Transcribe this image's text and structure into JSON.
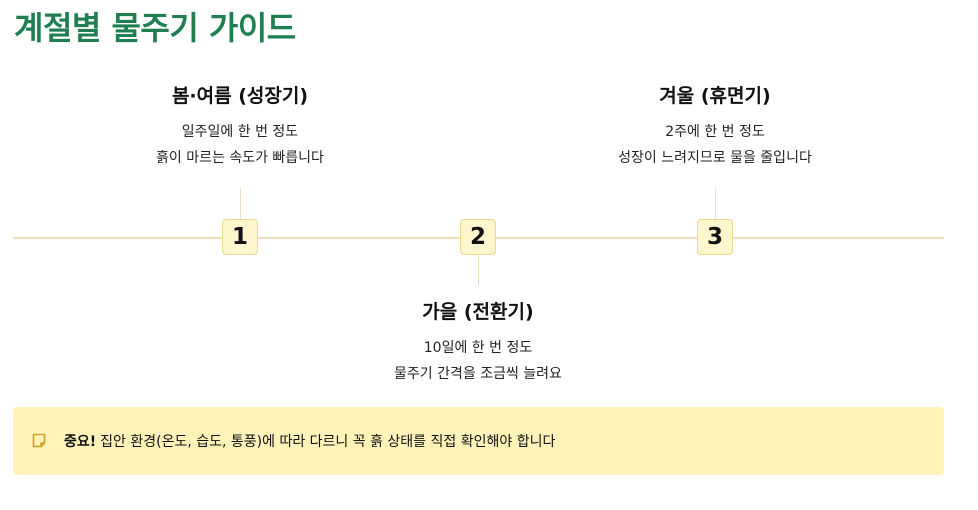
{
  "title": "계절별 물주기 가이드",
  "colors": {
    "title": "#1f7f52",
    "timeline": "#ede0bf",
    "node_bg": "#fdf6cc",
    "node_border": "#ecd98e",
    "note_bg": "#fdf3b8",
    "note_icon": "#c9a227"
  },
  "stages": [
    {
      "number": "1",
      "title": "봄·여름 (성장기)",
      "frequency": "일주일에 한 번 정도",
      "note": "흙이 마르는 속도가 빠릅니다"
    },
    {
      "number": "2",
      "title": "가을 (전환기)",
      "frequency": "10일에 한 번 정도",
      "note": "물주기 간격을 조금씩 늘려요"
    },
    {
      "number": "3",
      "title": "겨울 (휴면기)",
      "frequency": "2주에 한 번 정도",
      "note": "성장이 느려지므로 물을 줄입니다"
    }
  ],
  "notice": {
    "icon": "sticky-note-icon",
    "label": "중요!",
    "text": "집안 환경(온도, 습도, 통풍)에 따라 다르니 꼭 흙 상태를 직접 확인해야 합니다"
  }
}
